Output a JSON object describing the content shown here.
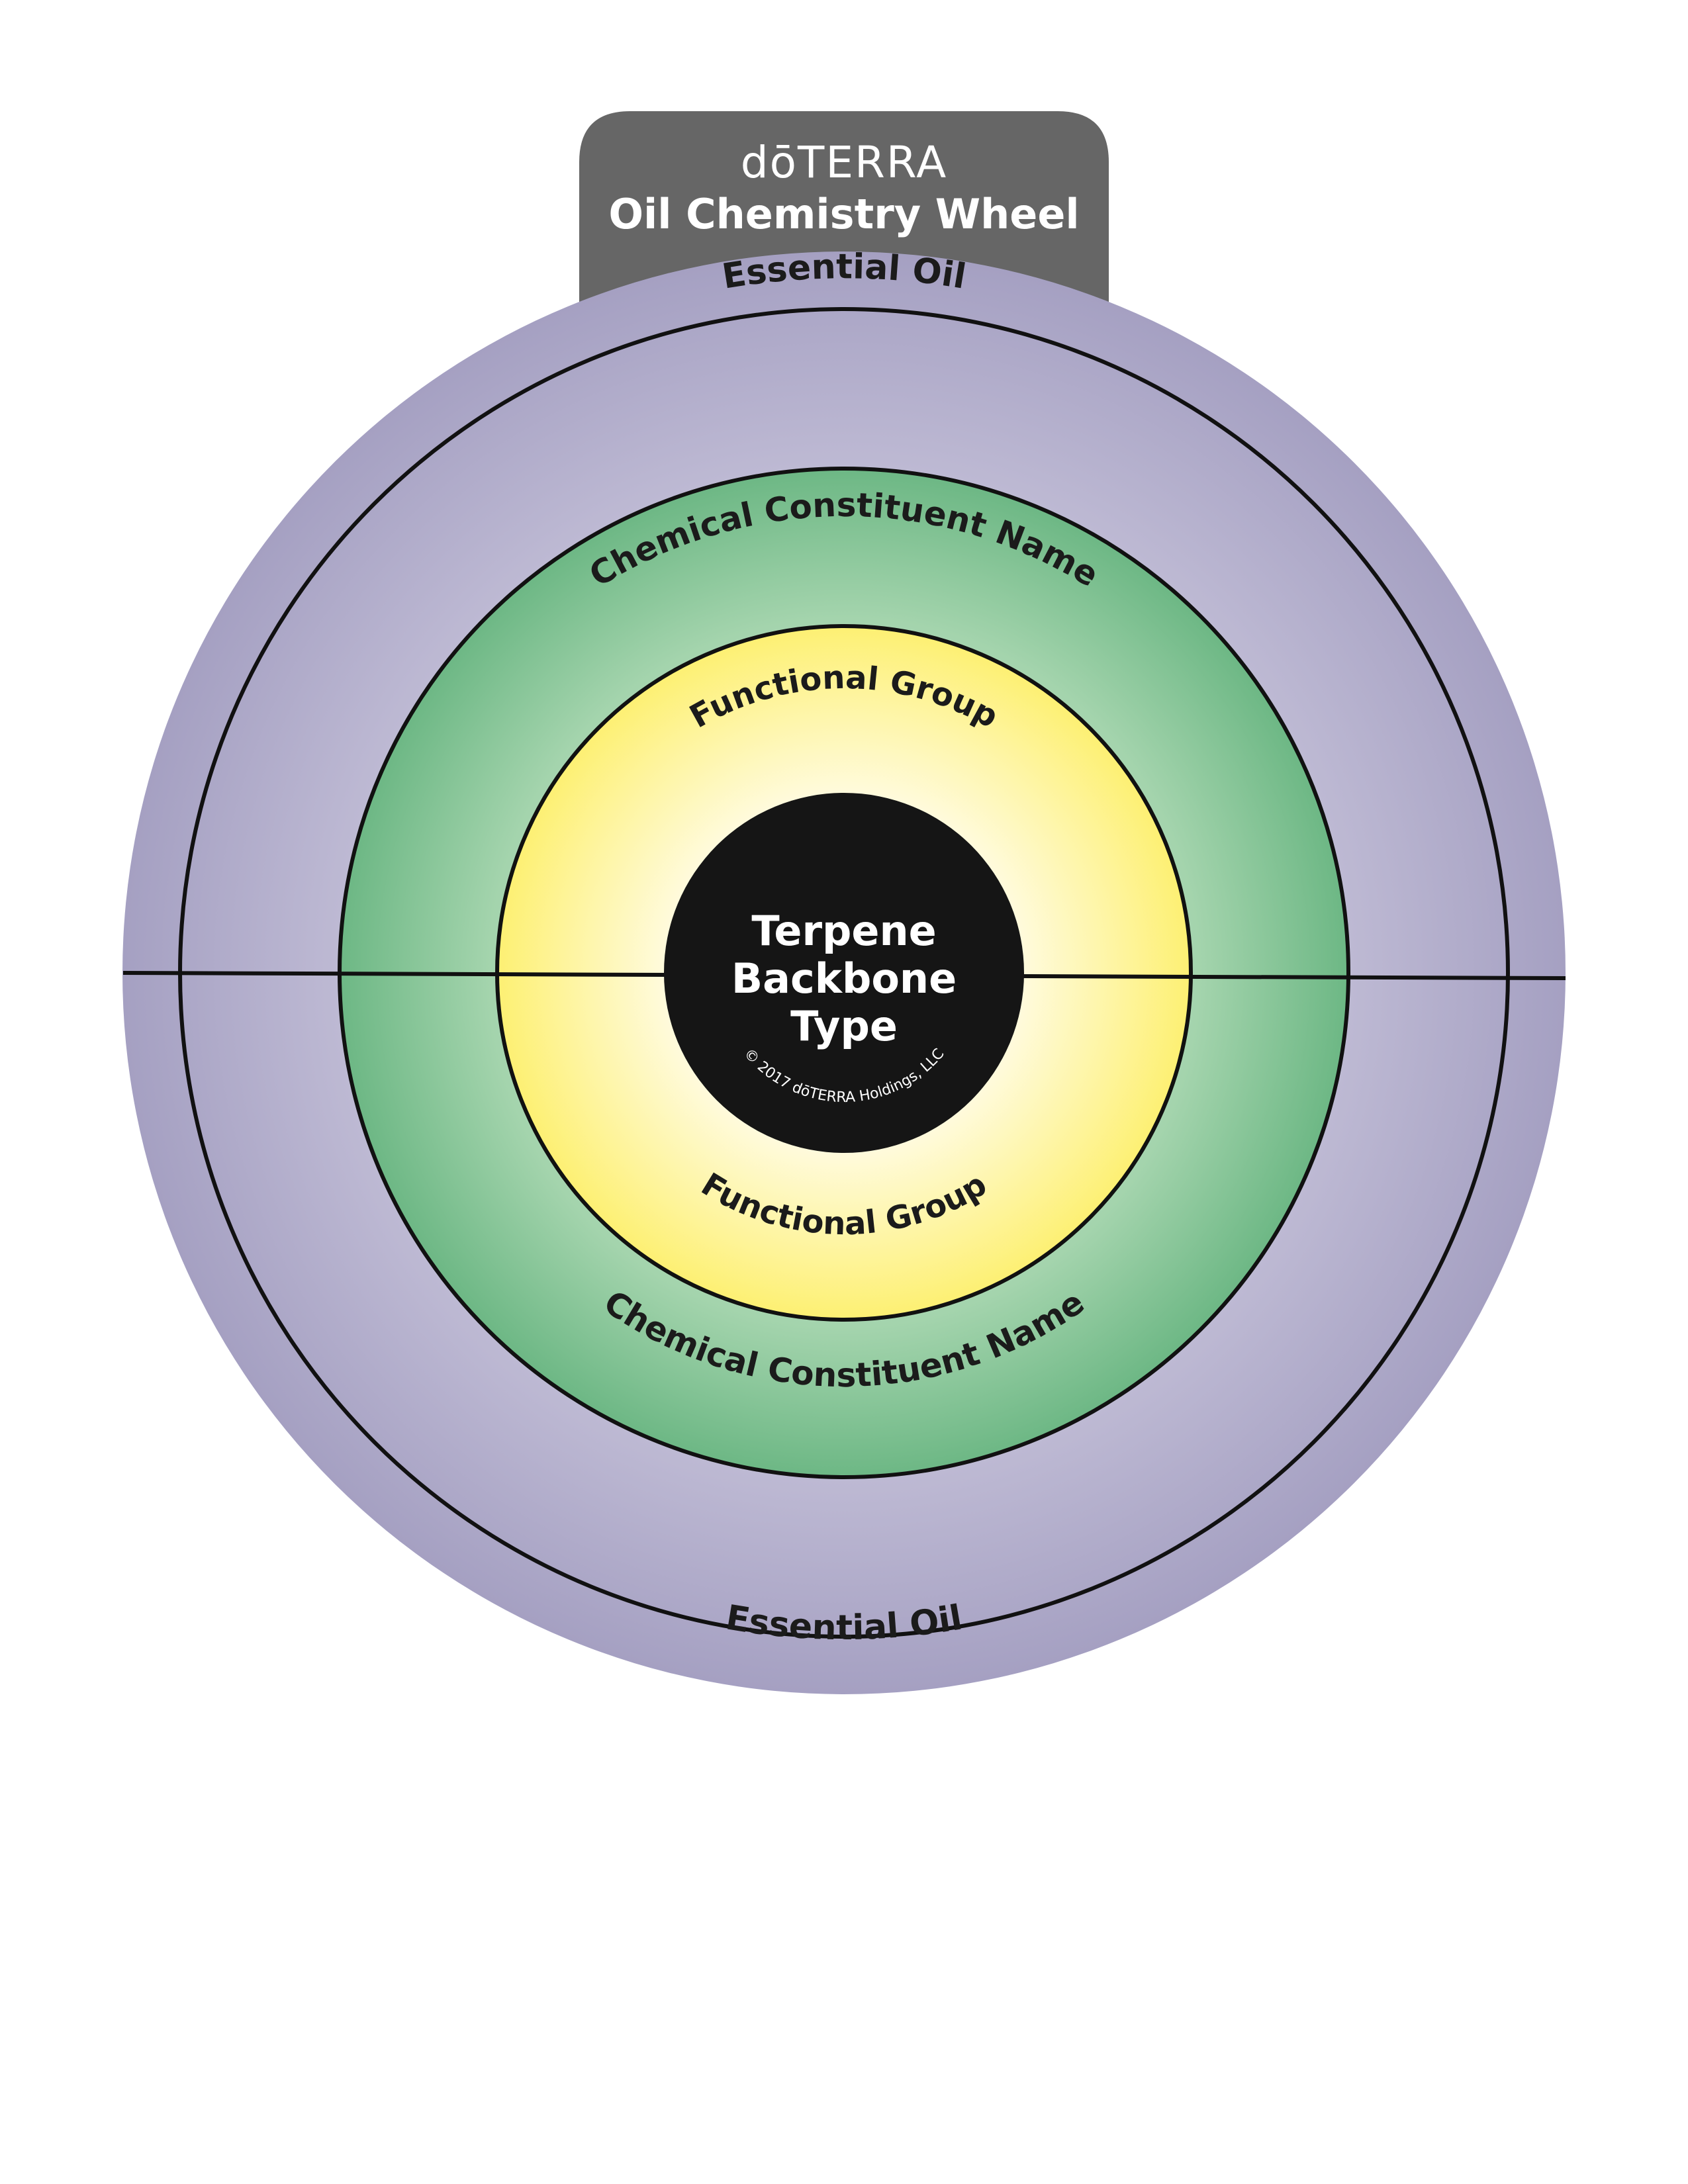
{
  "header": {
    "brand": "dōTERRA",
    "title": "Oil Chemistry Wheel"
  },
  "rings": {
    "outer": {
      "top_label": "Essential Oil",
      "bottom_label": "Essential Oil"
    },
    "middle": {
      "top_label": "Chemical Constituent Name",
      "bottom_label": "Chemical Constituent Name"
    },
    "inner": {
      "top_label": "Functional Group",
      "bottom_label": "Functional Group"
    }
  },
  "core": {
    "line1": "Terpene",
    "line2": "Backbone",
    "line3": "Type",
    "copyright": "© 2017 dōTERRA Holdings, LLC"
  },
  "colors": {
    "tab": "#666666",
    "outer_ring_center": "#c4c0d8",
    "outer_ring_edge": "#a5a0c2",
    "middle_ring_center": "#a4d4ad",
    "middle_ring_edge": "#6cb784",
    "inner_ring_center": "#fffbe0",
    "inner_ring_edge": "#fdf072",
    "core": "#151515",
    "line": "#111111"
  }
}
